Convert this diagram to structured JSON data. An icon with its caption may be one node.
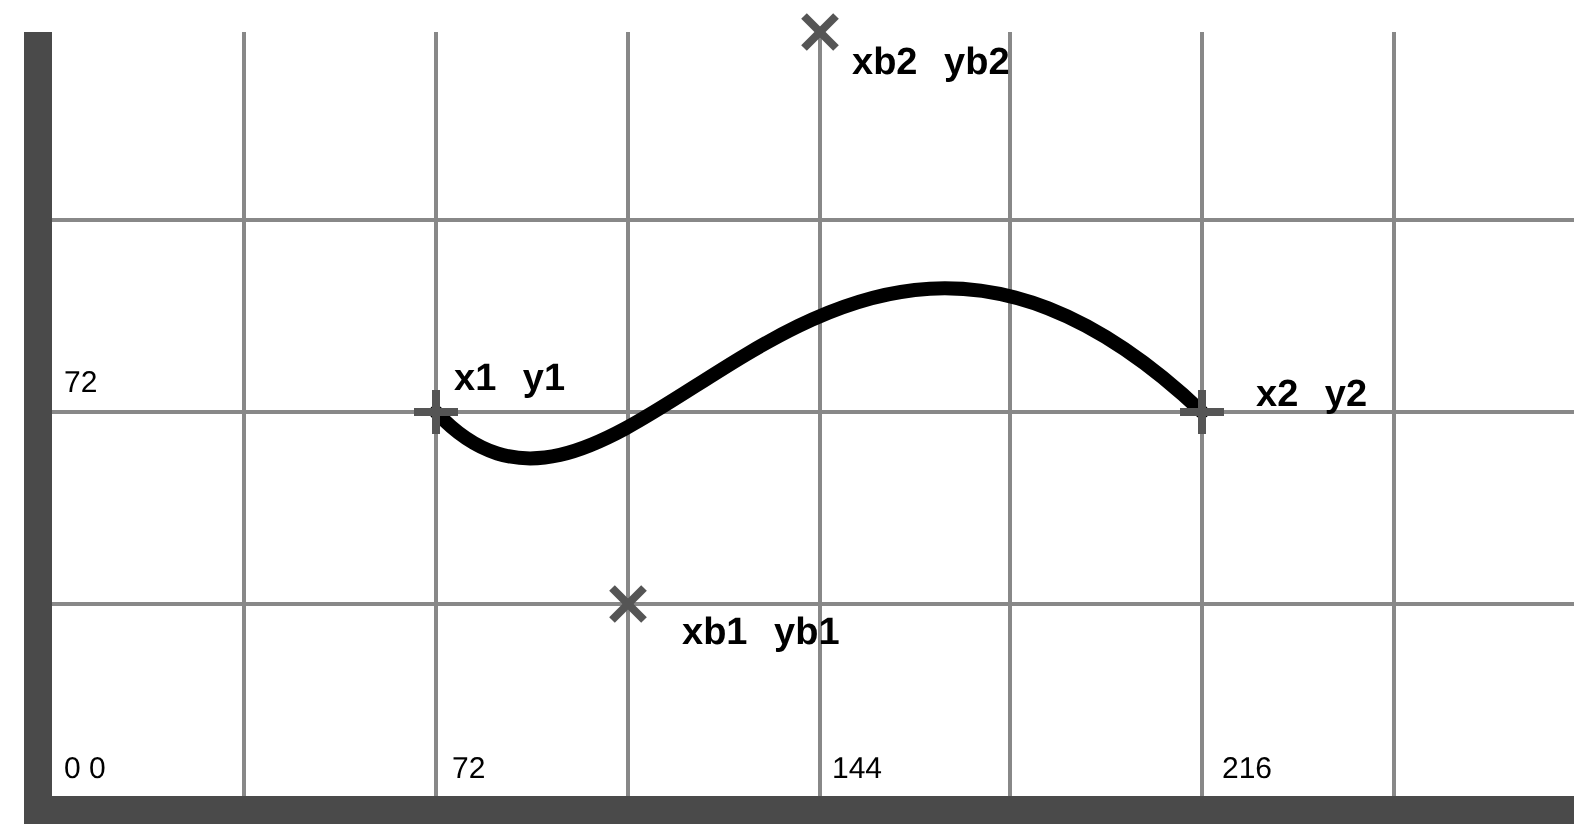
{
  "diagram": {
    "labels": [
      "xb2 yb2",
      "x1 y1",
      "72",
      "x2 y2",
      "xb1 yb1",
      "0 0",
      "72",
      "144",
      "216"
    ]
  }
}
